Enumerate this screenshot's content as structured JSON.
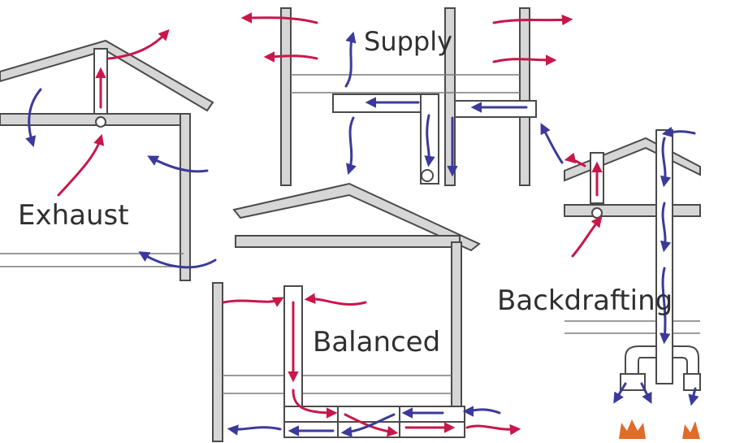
{
  "labels": {
    "supply": "Supply",
    "exhaust": "Exhaust",
    "balanced": "Balanced",
    "backdrafting": "Backdrafting"
  },
  "colors": {
    "exhaust_air": "#c8174a",
    "supply_air": "#3b3a9a",
    "wall_fill": "#d6d6d6",
    "outline": "#4a4a4a",
    "flame": "#e06c2a"
  }
}
